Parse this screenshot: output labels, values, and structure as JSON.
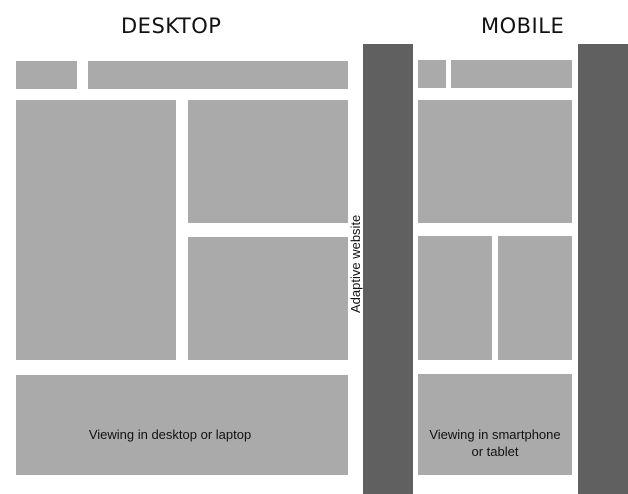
{
  "desktop": {
    "heading": "DESKTOP",
    "caption": "Viewing in desktop or laptop"
  },
  "mobile": {
    "heading": "MOBILE",
    "caption_line1": "Viewing in smartphone",
    "caption_line2": "or tablet"
  },
  "divider": {
    "label": "Adaptive website"
  },
  "colors": {
    "block": "#aaaaaa",
    "bar": "#606060",
    "background": "#ffffff"
  }
}
